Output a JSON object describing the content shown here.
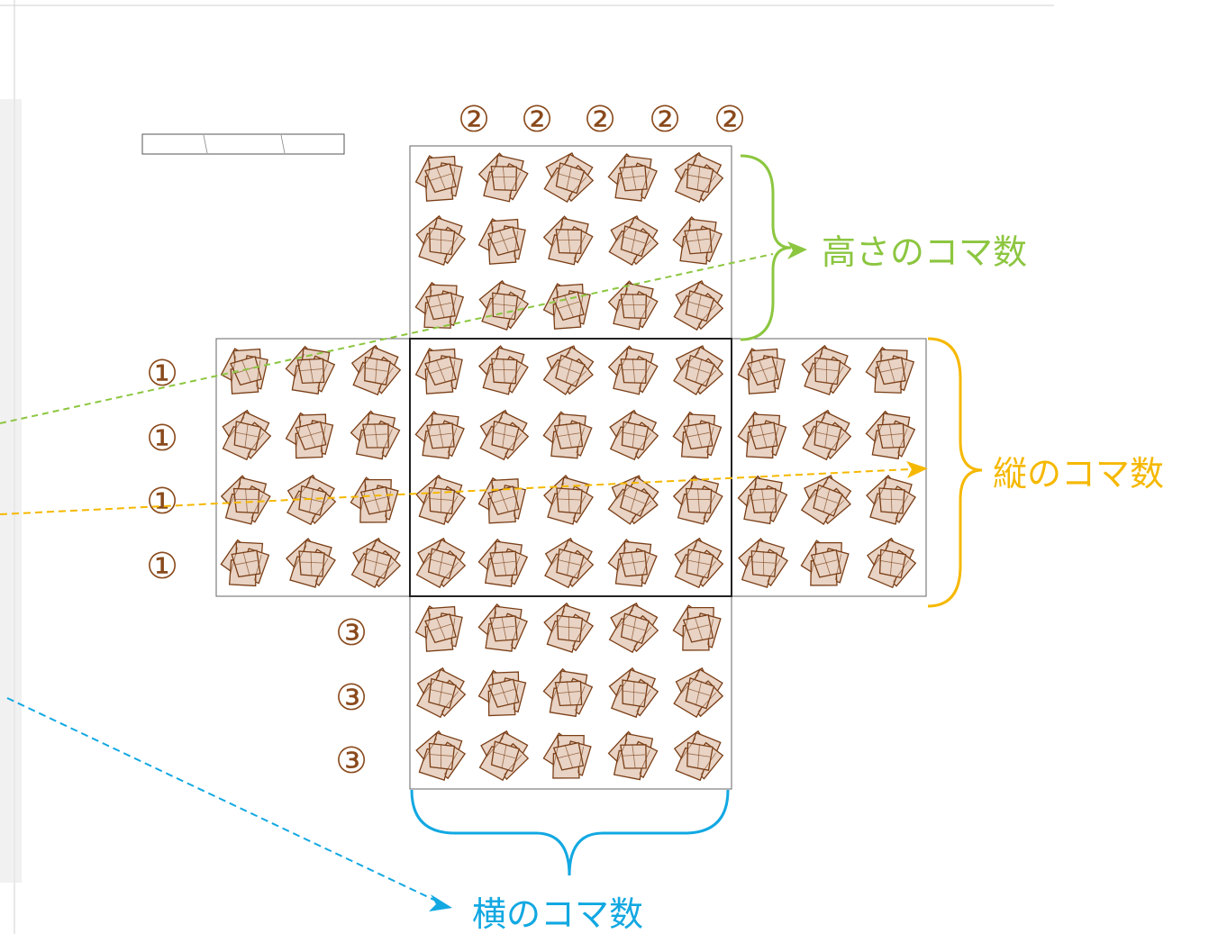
{
  "colors": {
    "brown": "#8a4a1c",
    "green": "#8cc640",
    "orange": "#f5b800",
    "blue": "#12a8e2",
    "tile_fill": "#e8d3c4",
    "tile_stroke": "#7a3e16"
  },
  "labels": {
    "height": "高さのコマ数",
    "vertical": "縦のコマ数",
    "horizontal": "横のコマ数"
  },
  "markers": {
    "row_marker": "①",
    "column_marker": "②",
    "lower_marker": "③"
  },
  "grid": {
    "main_cols": 5,
    "main_rows": 4,
    "top_rows": 3,
    "bottom_rows": 3,
    "side_cols": 3
  },
  "icons": {
    "tile": "folded-square-piece-icon",
    "arrow": "arrowhead-icon",
    "brace": "curly-brace-icon"
  }
}
